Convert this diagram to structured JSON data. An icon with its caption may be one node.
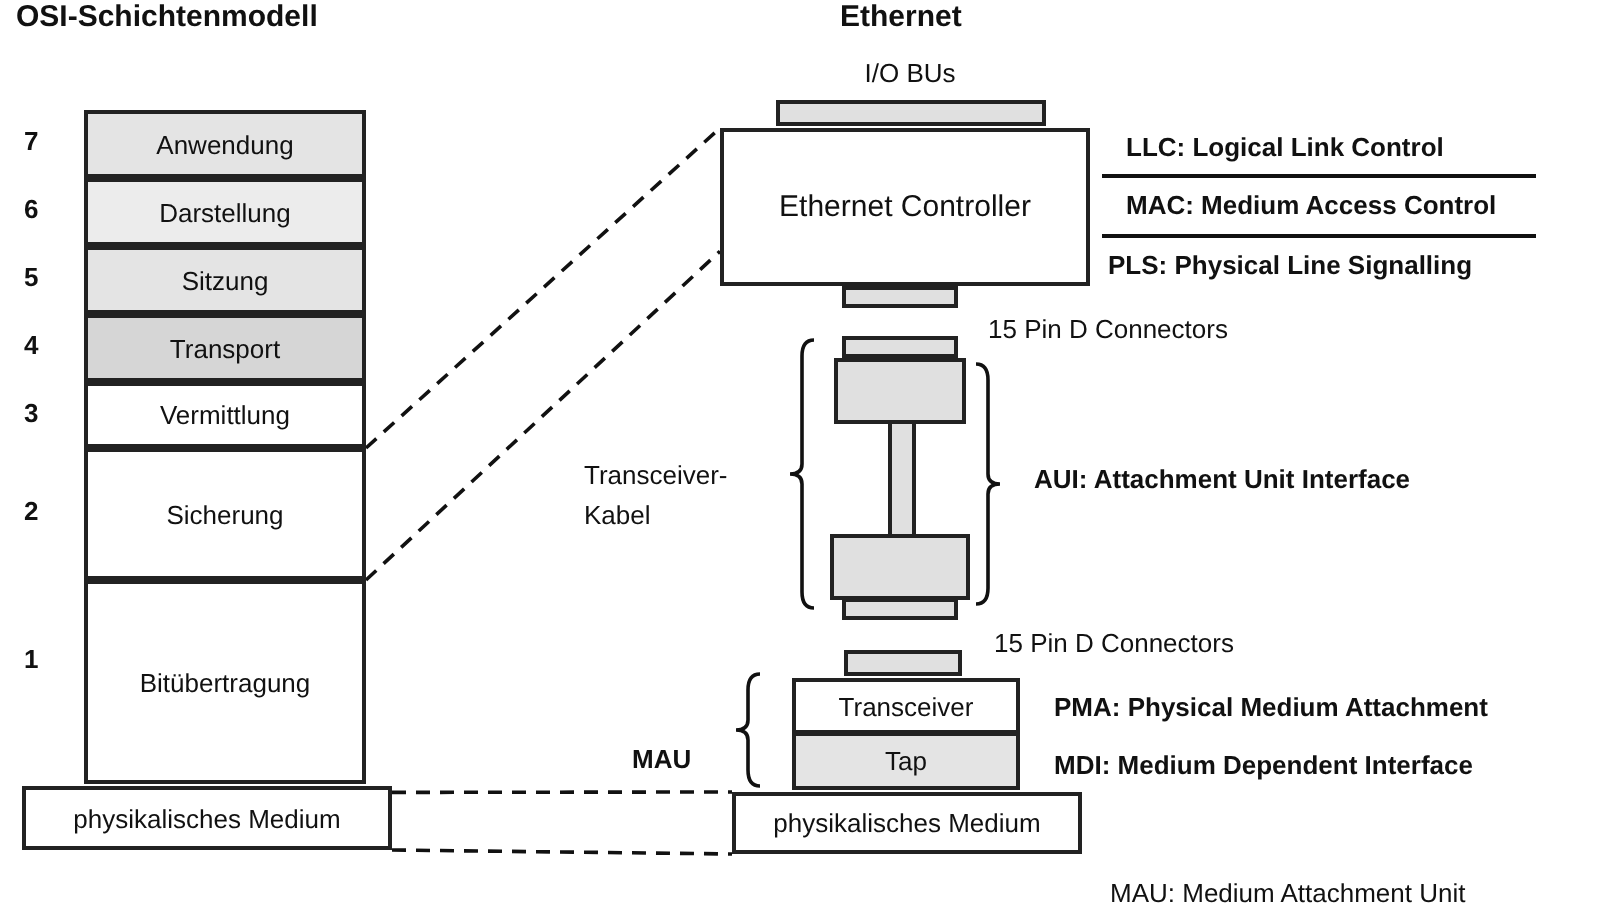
{
  "diagram": {
    "nodes": [
      {
        "text": [
          "Anwendung"
        ],
        "beside": [
          "7"
        ]
      },
      {
        "text": [
          "Darstellung"
        ],
        "beside": [
          "6"
        ]
      },
      {
        "text": [
          "Sitzung"
        ],
        "beside": [
          "5"
        ]
      },
      {
        "text": [
          "Transport"
        ],
        "beside": [
          "4"
        ]
      },
      {
        "text": [
          "Vermittlung"
        ],
        "beside": [
          "3"
        ]
      },
      {
        "text": [
          "Sicherung"
        ],
        "beside": [
          "2"
        ]
      },
      {
        "text": [
          "Bitübertragung"
        ],
        "beside": [
          "1"
        ]
      },
      {
        "text": [
          "physikalisches Medium"
        ]
      },
      {
        "text": [
          "Ethernet Controller"
        ]
      },
      {
        "text": [
          "Transceiver"
        ]
      },
      {
        "text": [
          "Tap"
        ]
      },
      {
        "text": [
          "physikalisches Medium"
        ]
      }
    ],
    "edges": [
      {
        "from": 5,
        "to": 8,
        "arrow": "none",
        "style": "dashed"
      },
      {
        "from": 5,
        "to": 8,
        "arrow": "none",
        "style": "dashed"
      },
      {
        "from": 7,
        "to": 11,
        "arrow": "none",
        "style": "dashed"
      },
      {
        "from": 7,
        "to": 11,
        "arrow": "none",
        "style": "dashed"
      }
    ],
    "labels": [
      "OSI-Schichtenmodell",
      "Ethernet",
      "I/O BUs",
      "LLC: Logical Link Control",
      "MAC: Medium Access Control",
      "PLS: Physical Line Signalling",
      "15 Pin D Connectors",
      "Transceiver- Kabel",
      "AUI: Attachment Unit Interface",
      "15 Pin D Connectors",
      "MAU",
      "PMA: Physical Medium Attachment",
      "MDI: Medium Dependent Interface",
      "MAU: Medium Attachment Unit"
    ]
  }
}
